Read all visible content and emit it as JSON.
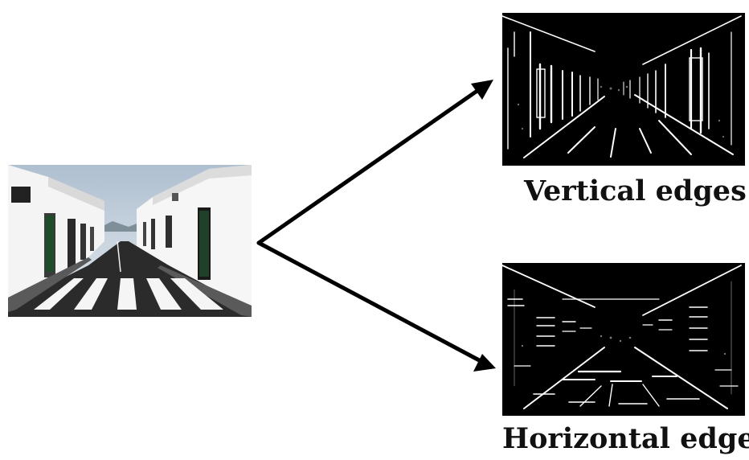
{
  "captions": {
    "vertical": "Vertical edges",
    "horizontal": "Horizontal edges"
  },
  "colors": {
    "background": "#ffffff",
    "arrow": "#000000",
    "edge_map_bg": "#000000",
    "edge_lines": "#ffffff",
    "sky": "#c7d3df",
    "wall": "#f2f2f2",
    "road": "#2b2b2b"
  },
  "icons": {
    "arrow_head": "triangle-arrowhead"
  }
}
